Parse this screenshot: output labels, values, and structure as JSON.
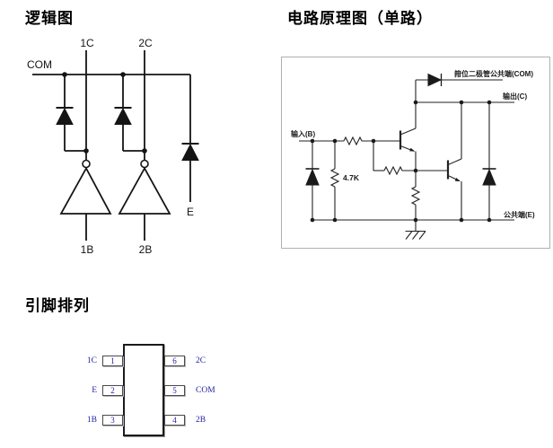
{
  "colors": {
    "ink": "#141414",
    "schematic_ink": "#222222",
    "schematic_border": "#b0b0b0",
    "pin_text": "#2525a3"
  },
  "logic_diagram": {
    "title": "逻辑图",
    "labels": {
      "collector1": "1C",
      "collector2": "2C",
      "common": "COM",
      "emitter": "E",
      "base1": "1B",
      "base2": "2B"
    }
  },
  "schematic": {
    "title": "电路原理图（单路）",
    "labels": {
      "clamp_common": "箝位二极管公共端(COM)",
      "output": "输出(C)",
      "input": "输入(B)",
      "resistor_value": "4.7K",
      "common": "公共端(E)"
    }
  },
  "pinout": {
    "title": "引脚排列",
    "left_pins": [
      {
        "number": "1",
        "label": "1C"
      },
      {
        "number": "2",
        "label": "E"
      },
      {
        "number": "3",
        "label": "1B"
      }
    ],
    "right_pins": [
      {
        "number": "6",
        "label": "2C"
      },
      {
        "number": "5",
        "label": "COM"
      },
      {
        "number": "4",
        "label": "2B"
      }
    ]
  }
}
